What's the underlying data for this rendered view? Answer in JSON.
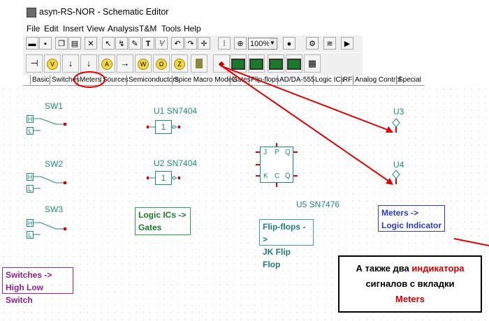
{
  "window": {
    "title": "asyn-RS-NOR - Schematic Editor"
  },
  "menu": [
    "File",
    "Edit",
    "Insert",
    "View",
    "Analysis",
    "T&M",
    "Tools",
    "Help"
  ],
  "toolbar": {
    "zoom_value": "100%",
    "buttons": [
      "open-icon",
      "save-icon",
      "copy-icon",
      "paste-icon",
      "delete-icon",
      "select-icon",
      "wire-icon",
      "pencil-icon",
      "text-icon",
      "undo-icon",
      "redo-icon",
      "move-icon",
      "grid-icon",
      "zoom-icon",
      "probe-icon",
      "component-icon",
      "diode-icon"
    ]
  },
  "component_tabs": [
    "Basic",
    "Switches",
    "Meters",
    "Sources",
    "Semiconductors",
    "Spice Macro Models",
    "Gates",
    "Flip-flops",
    "AD/DA-555",
    "Logic ICs",
    "RF",
    "Analog Control",
    "Special"
  ],
  "schematic": {
    "switches": [
      "SW1",
      "SW2",
      "SW3"
    ],
    "switch_pins": [
      "H",
      "L"
    ],
    "gates": [
      {
        "name": "U1 SN7404",
        "symbol": "1"
      },
      {
        "name": "U2 SN7404",
        "symbol": "1"
      }
    ],
    "flipflop": {
      "name": "U5 SN7476",
      "pins": [
        "J",
        "P",
        "Q",
        "K",
        "C",
        "Q̄"
      ]
    },
    "indicators": [
      "U3",
      "U4"
    ]
  },
  "callouts": {
    "gates": [
      "Logic ICs ->",
      "Gates"
    ],
    "flipflop": [
      "Flip-flops ->",
      "JK Flip Flop"
    ],
    "indicator": [
      "Meters ->",
      "Logic Indicator"
    ],
    "switch": [
      "Switches ->",
      "High Low Switch"
    ]
  },
  "note": {
    "line1_prefix": "А также два ",
    "line1_highlight": "индикатора",
    "line2": "сигналов с вкладки",
    "line3": "Meters"
  },
  "colors": {
    "annotation_red": "#e00000",
    "schematic": "#1f8a7a",
    "purple": "#a020a0",
    "blue": "#2a3ad0"
  }
}
